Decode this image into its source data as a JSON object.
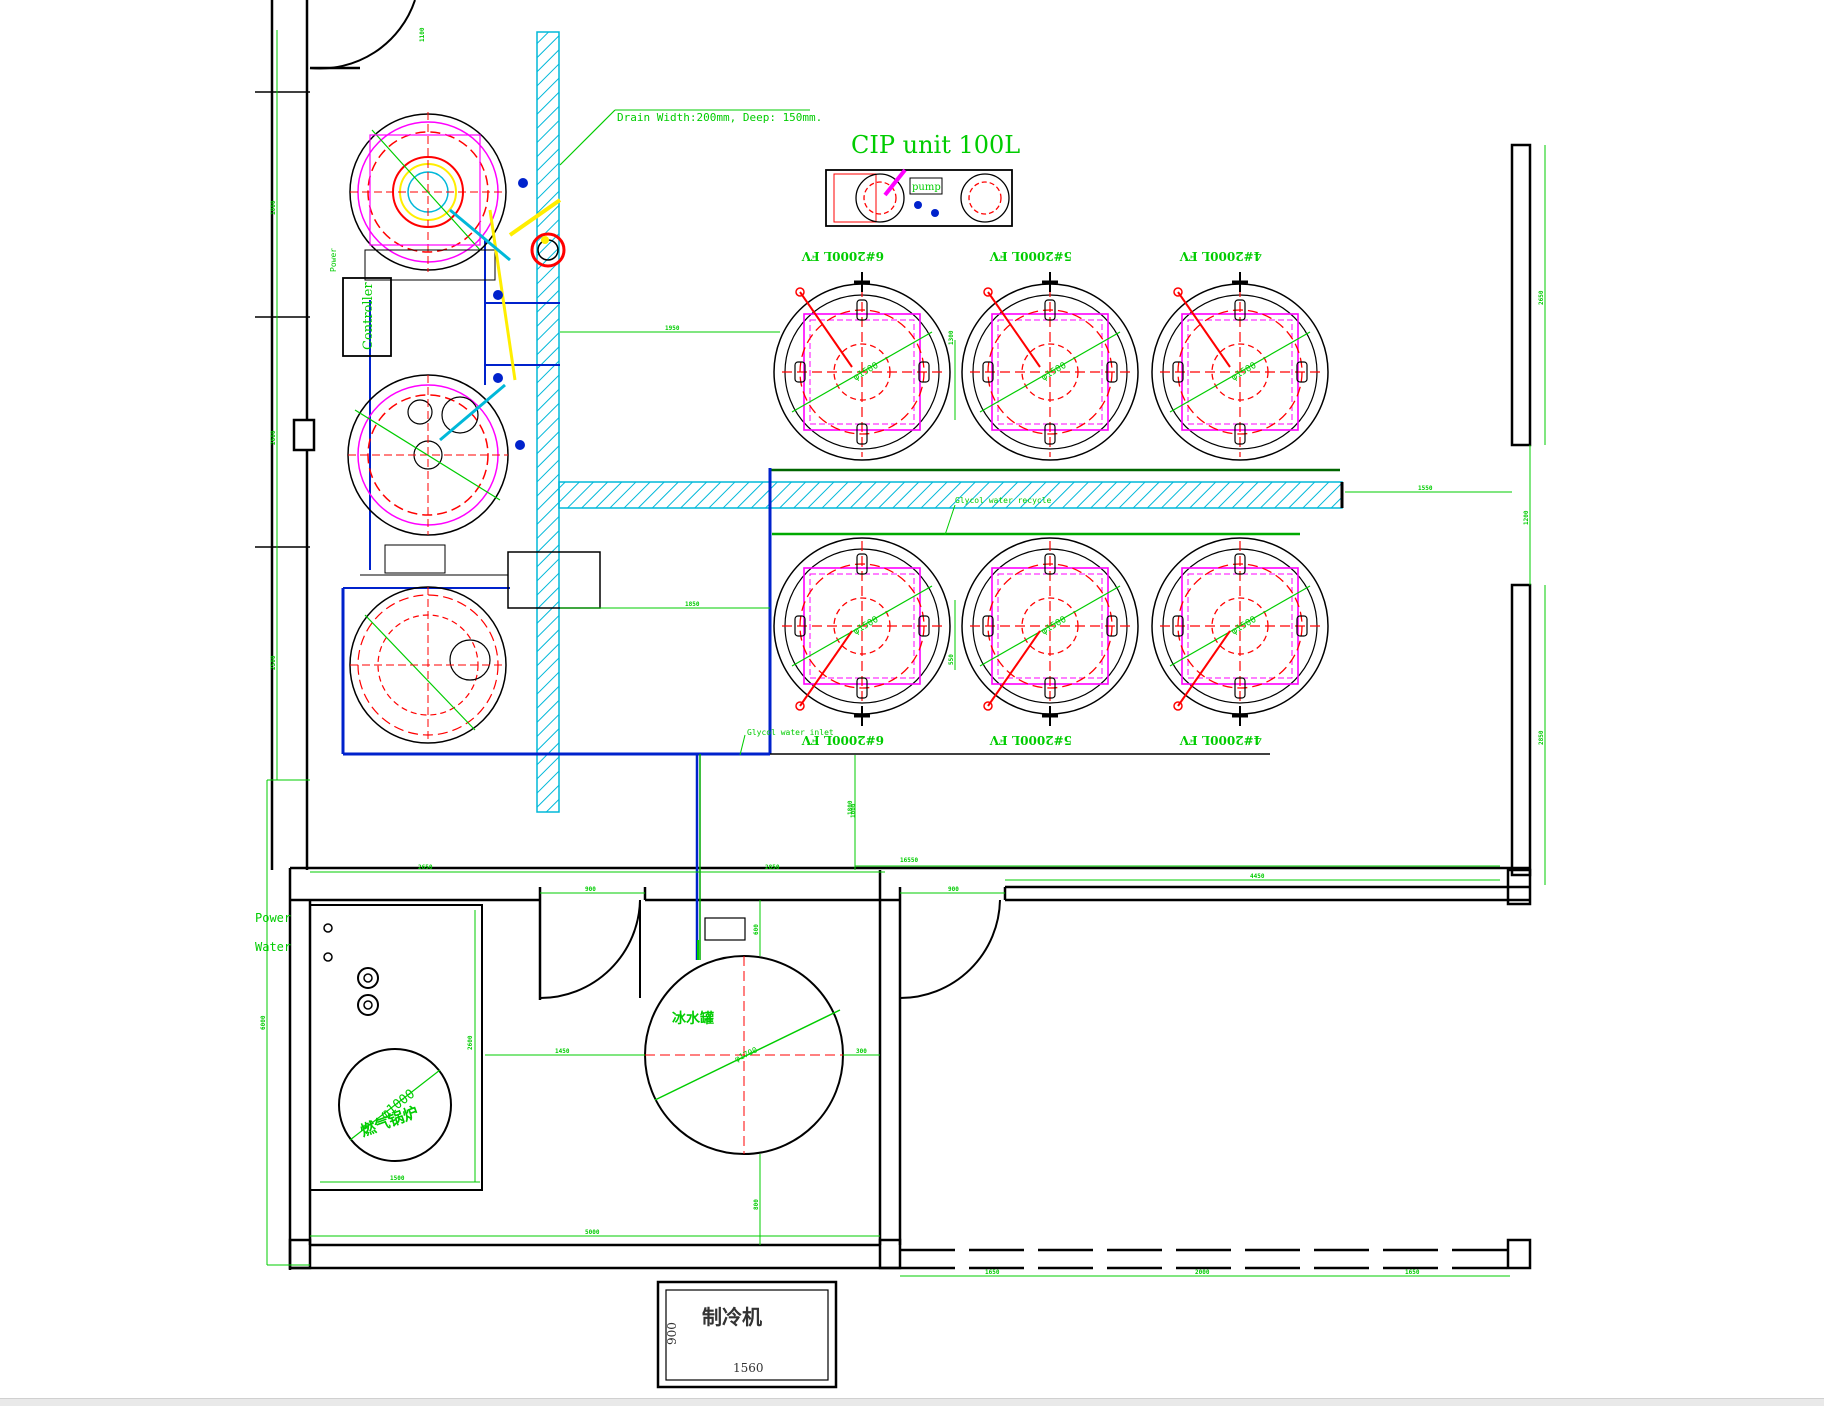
{
  "colors": {
    "wall": "#000000",
    "dim": "#00cc00",
    "pipe_blue": "#0022cc",
    "cyan": "#00b8d9",
    "red": "#ff0000",
    "magenta": "#ff00ff",
    "yellow": "#ffee00"
  },
  "labels": {
    "cip_title": "CIP unit 100L",
    "pump": "pump",
    "drain": "Drain  Width:200mm,  Deep: 150mm.",
    "controller": "Controller",
    "power_small": "Power",
    "glycol_recycle": "Glycol water recycle",
    "glycol_inlet": "Glycol water inlet",
    "power": "Power",
    "water": "Water",
    "ice_tank": "冰水罐",
    "boiler": "燃气锅炉",
    "boiler_dia": "φ1000",
    "ice_dia": "φ1700",
    "chiller": "制冷机",
    "chiller_w": "1560",
    "chiller_h": "900",
    "fv_dia": "φ1500",
    "fv_top": [
      "6#2000L FV",
      "5#2000L FV",
      "4#2000L FV"
    ],
    "fv_bottom": [
      "6#2000L FV",
      "5#2000L FV",
      "4#2000L FV"
    ]
  },
  "dimensions": {
    "d1950": "1950",
    "d1850": "1850",
    "d1550": "1550",
    "d16550": "16550",
    "d4450": "4450",
    "d900a": "900",
    "d900b": "900",
    "d2650": "2650",
    "d2850": "2850",
    "d1650a": "1650",
    "d2000": "2000",
    "d1650b": "1650",
    "d1500": "1500",
    "d5000": "5000",
    "d1450": "1450",
    "d2600": "2600",
    "d300": "300",
    "d600": "600",
    "d800": "800",
    "d1800": "1800",
    "d2600v": "2600",
    "d2500": "2500",
    "d1100": "1100",
    "d1000": "1000",
    "d1200": "1200",
    "d6000": "6000",
    "d2650r": "2650",
    "d2850r": "2850",
    "d1300": "1300",
    "d550": "550",
    "d1000b": "1000"
  }
}
